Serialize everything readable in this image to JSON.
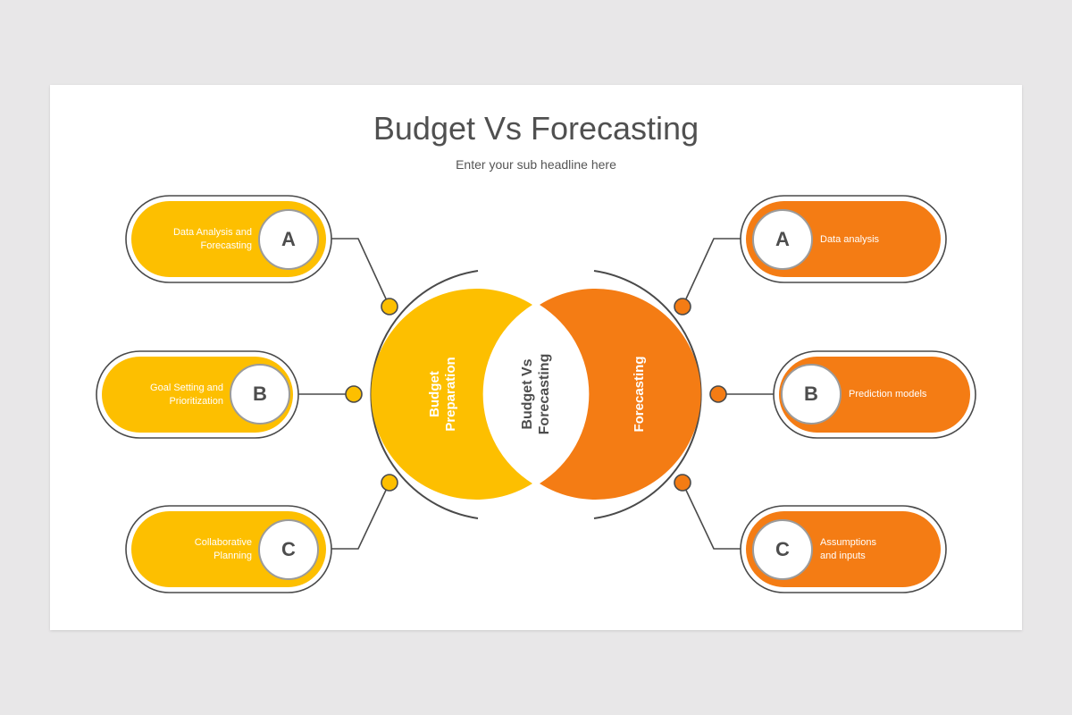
{
  "title": "Budget Vs Forecasting",
  "subtitle": "Enter your sub headline here",
  "center": {
    "left_label": "Budget\nPreparation",
    "middle_label": "Budget Vs\nForecasting",
    "right_label": "Forecasting"
  },
  "left_items": [
    {
      "letter": "A",
      "text": "Data Analysis and\nForecasting"
    },
    {
      "letter": "B",
      "text": "Goal Setting and\nPrioritization"
    },
    {
      "letter": "C",
      "text": "Collaborative\nPlanning"
    }
  ],
  "right_items": [
    {
      "letter": "A",
      "text": "Data analysis"
    },
    {
      "letter": "B",
      "text": "Prediction models"
    },
    {
      "letter": "C",
      "text": "Assumptions\nand inputs"
    }
  ],
  "colors": {
    "yellow": "#fdbf00",
    "orange": "#f47c14",
    "line": "#4a4a4a",
    "letter_circle_border": "#9b9b9b"
  }
}
